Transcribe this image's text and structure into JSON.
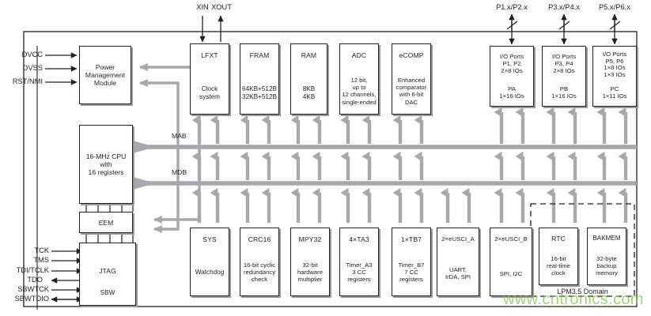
{
  "diagram": {
    "title": "MSP430 MCU functional block diagram",
    "watermark": "www.cntronics.com",
    "bus_labels": {
      "mab": "MAB",
      "mdb": "MDB"
    },
    "domain_label": "LPM3.5 Domain"
  },
  "left_pins": [
    {
      "name": "DVCC",
      "dir": "in"
    },
    {
      "name": "DVSS",
      "dir": "in"
    },
    {
      "name": "RST/NMI",
      "dir": "in"
    },
    {
      "name": "TCK",
      "dir": "in"
    },
    {
      "name": "TMS",
      "dir": "in"
    },
    {
      "name": "TDI/TCLK",
      "dir": "in"
    },
    {
      "name": "TDO",
      "dir": "out"
    },
    {
      "name": "SBWTCK",
      "dir": "in"
    },
    {
      "name": "SBWTDIO",
      "dir": "bidir"
    }
  ],
  "top_pins": [
    {
      "name": "XIN",
      "dir": "in"
    },
    {
      "name": "XOUT",
      "dir": "out"
    },
    {
      "name": "P1.x/P2.x",
      "dir": "bidir"
    },
    {
      "name": "P3.x/P4.x",
      "dir": "bidir"
    },
    {
      "name": "P5.x/P6.x",
      "dir": "bidir"
    }
  ],
  "blocks": {
    "pmm": {
      "title": "",
      "lines": [
        "Power",
        "Management",
        "Module"
      ]
    },
    "cpu": {
      "title": "",
      "lines": [
        "16-MHz CPU",
        "with",
        "16 registers"
      ]
    },
    "eem": {
      "title": "",
      "lines": [
        "EEM"
      ]
    },
    "jtag": {
      "title": "JTAG",
      "lines": [
        "SBW"
      ]
    },
    "lfxt": {
      "title": "LFXT",
      "lines": [
        "Clock",
        "system"
      ]
    },
    "fram": {
      "title": "FRAM",
      "lines": [
        "64KB+512B",
        "32KB+512B"
      ]
    },
    "ram": {
      "title": "RAM",
      "lines": [
        "8KB",
        "4KB"
      ]
    },
    "adc": {
      "title": "ADC",
      "lines": [
        "12 bit,",
        "up to",
        "12 channels,",
        "single-ended"
      ]
    },
    "ecomp": {
      "title": "eCOMP",
      "lines": [
        "Enhanced",
        "comparator",
        "with 6-bit",
        "DAC"
      ]
    },
    "io_pa": {
      "title": "",
      "lines": [
        "I/O Ports",
        "P1, P2",
        "2×8 IOs"
      ],
      "lines2": [
        "PA",
        "1×16 IOs"
      ]
    },
    "io_pb": {
      "title": "",
      "lines": [
        "I/O Ports",
        "P3, P4",
        "2×8 IOs"
      ],
      "lines2": [
        "PB",
        "1×16 IOs"
      ]
    },
    "io_pc": {
      "title": "",
      "lines": [
        "I/O Ports",
        "P5, P6",
        "1×8 IOs",
        "1×3 IOs"
      ],
      "lines2": [
        "PC",
        "1×11 IOs"
      ]
    },
    "sys": {
      "title": "SYS",
      "lines": [
        "Watchdog"
      ]
    },
    "crc16": {
      "title": "CRC16",
      "lines": [
        "16-bit cyclic",
        "redundancy",
        "check"
      ]
    },
    "mpy32": {
      "title": "MPY32",
      "lines": [
        "32-bit",
        "hardware",
        "multiplier"
      ]
    },
    "ta3": {
      "title": "4×TA3",
      "lines": [
        "Timer_A3",
        "3 CC",
        "registers"
      ]
    },
    "tb7": {
      "title": "1×TB7",
      "lines": [
        "Timer_B7",
        "7 CC",
        "registers"
      ]
    },
    "eusci_a": {
      "title": "2×eUSCI_A",
      "lines": [
        "UART,",
        "IrDA, SPI"
      ]
    },
    "eusci_b": {
      "title": "2×eUSCI_B",
      "lines": [
        "SPI, I2C"
      ]
    },
    "rtc": {
      "title": "RTC",
      "lines": [
        "16-bit",
        "real-time",
        "clock"
      ]
    },
    "bakmem": {
      "title": "BAKMEM",
      "lines": [
        "32-byte",
        "backup",
        "memory"
      ]
    }
  },
  "colors": {
    "outline": "#231f20",
    "bus": "#a6a8ab",
    "shadow": "#9a9a9a",
    "watermark": "#7cc242",
    "background": "#ffffff"
  }
}
